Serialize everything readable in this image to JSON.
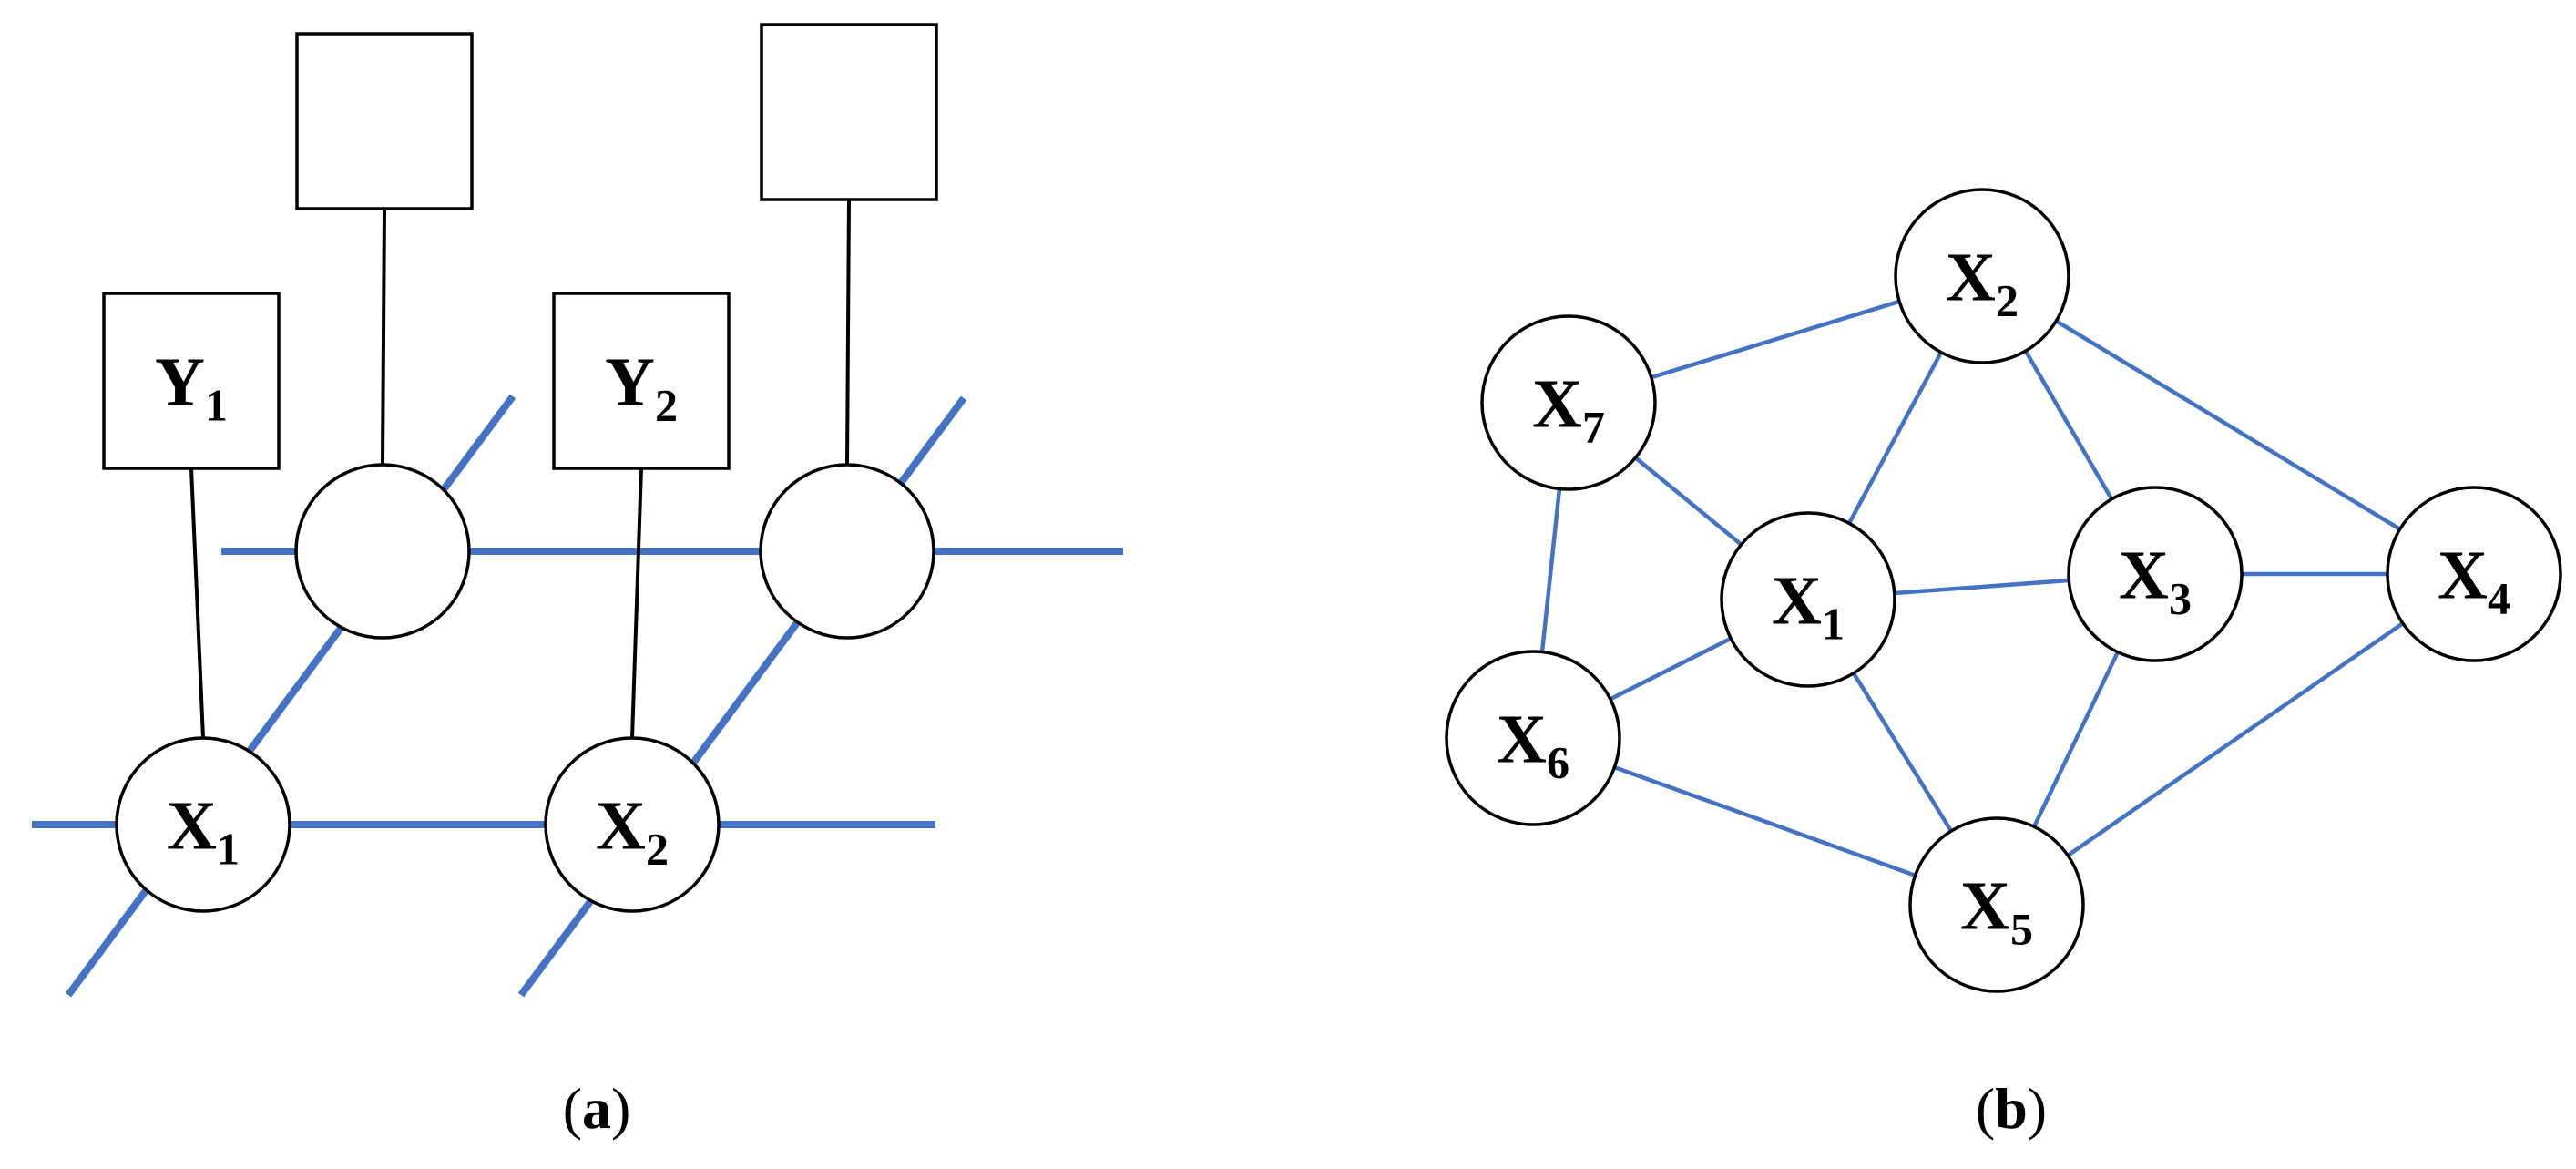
{
  "colors": {
    "edge": "#4472C4",
    "stroke": "#000000",
    "fill": "#ffffff"
  },
  "panel_a": {
    "caption_letter": "a",
    "obs_nodes": [
      {
        "id": "y1",
        "base": "Y",
        "sub": "1"
      },
      {
        "id": "y2",
        "base": "Y",
        "sub": "2"
      },
      {
        "id": "ua",
        "base": "",
        "sub": ""
      },
      {
        "id": "ub",
        "base": "",
        "sub": ""
      }
    ],
    "hidden_nodes": [
      {
        "id": "x1",
        "base": "X",
        "sub": "1"
      },
      {
        "id": "x2",
        "base": "X",
        "sub": "2"
      },
      {
        "id": "ha",
        "base": "",
        "sub": ""
      },
      {
        "id": "hb",
        "base": "",
        "sub": ""
      }
    ],
    "links": [
      [
        "y1",
        "x1"
      ],
      [
        "y2",
        "x2"
      ],
      [
        "ua",
        "ha"
      ],
      [
        "ub",
        "hb"
      ]
    ]
  },
  "panel_b": {
    "caption_letter": "b",
    "nodes": [
      {
        "id": "X1",
        "base": "X",
        "sub": "1"
      },
      {
        "id": "X2",
        "base": "X",
        "sub": "2"
      },
      {
        "id": "X3",
        "base": "X",
        "sub": "3"
      },
      {
        "id": "X4",
        "base": "X",
        "sub": "4"
      },
      {
        "id": "X5",
        "base": "X",
        "sub": "5"
      },
      {
        "id": "X6",
        "base": "X",
        "sub": "6"
      },
      {
        "id": "X7",
        "base": "X",
        "sub": "7"
      }
    ],
    "edges": [
      [
        "X7",
        "X2"
      ],
      [
        "X7",
        "X1"
      ],
      [
        "X7",
        "X6"
      ],
      [
        "X2",
        "X1"
      ],
      [
        "X2",
        "X3"
      ],
      [
        "X2",
        "X4"
      ],
      [
        "X1",
        "X3"
      ],
      [
        "X1",
        "X6"
      ],
      [
        "X1",
        "X5"
      ],
      [
        "X3",
        "X4"
      ],
      [
        "X3",
        "X5"
      ],
      [
        "X4",
        "X5"
      ],
      [
        "X6",
        "X5"
      ]
    ]
  }
}
